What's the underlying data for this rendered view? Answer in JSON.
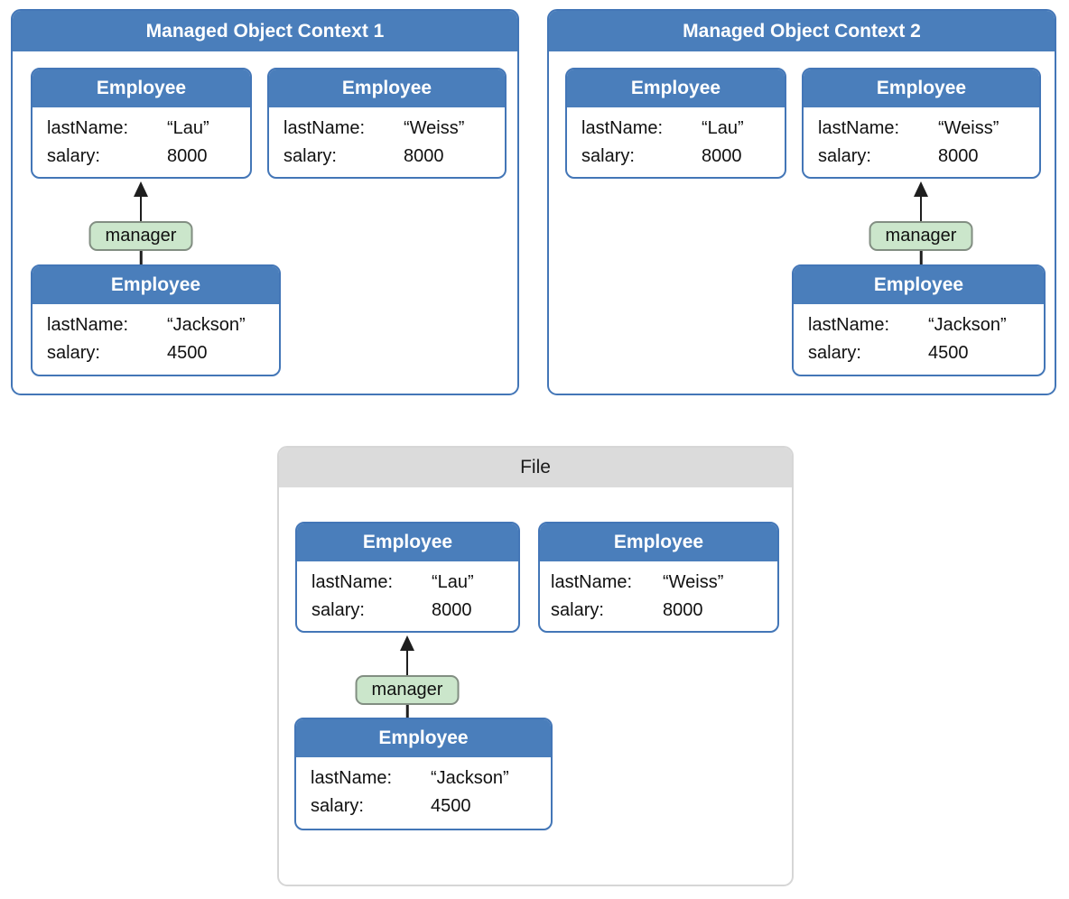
{
  "containers": {
    "moc1": {
      "title": "Managed Object Context 1"
    },
    "moc2": {
      "title": "Managed Object Context 2"
    },
    "file": {
      "title": "File"
    }
  },
  "relationship_label": "manager",
  "cards": {
    "lau": {
      "title": "Employee",
      "rows": [
        {
          "label": "lastName:",
          "value": "“Lau”"
        },
        {
          "label": "salary:",
          "value": "8000"
        }
      ]
    },
    "weiss": {
      "title": "Employee",
      "rows": [
        {
          "label": "lastName:",
          "value": "“Weiss”"
        },
        {
          "label": "salary:",
          "value": "8000"
        }
      ]
    },
    "jackson": {
      "title": "Employee",
      "rows": [
        {
          "label": "lastName:",
          "value": "“Jackson”"
        },
        {
          "label": "salary:",
          "value": "4500"
        }
      ]
    }
  },
  "colors": {
    "blue_fill": "#4A7EBB",
    "blue_border": "#4376B7",
    "green_fill": "#CBE6CB",
    "green_border": "#828E82",
    "gray_header": "#DBDBDB",
    "gray_border": "#D6D6D6",
    "arrow": "#1E1E1E"
  }
}
